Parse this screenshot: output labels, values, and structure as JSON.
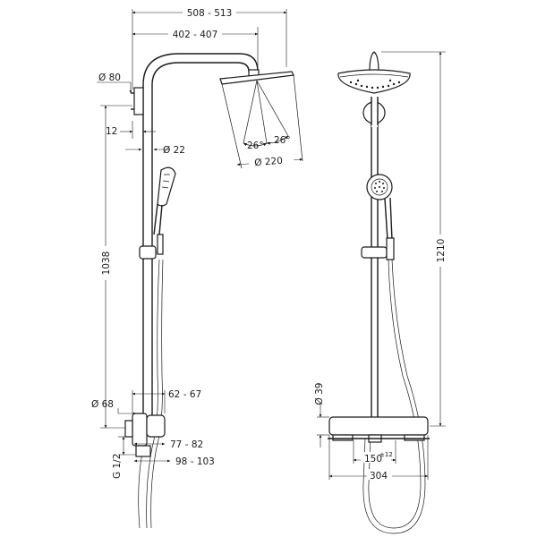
{
  "dimensions": {
    "overall_reach": "508 - 513",
    "arm_reach": "402 - 407",
    "head_bracket_diameter": "Ø 80",
    "wall_offset": "12",
    "pipe_diameter": "Ø 22",
    "spray_angle_left": "26°",
    "spray_angle_right": "26°",
    "head_diameter": "Ø 220",
    "vertical_length": "1038",
    "valve_diameter": "Ø 68",
    "valve_depth_min": "62 - 67",
    "inlet_thread": "G 1/2",
    "outlet_depth_a": "77 - 82",
    "outlet_depth_b": "98 - 103",
    "total_height": "1210",
    "mixer_diameter": "Ø 39",
    "inlet_spacing": "150",
    "inlet_tolerance": "±12",
    "mixer_width": "304"
  }
}
